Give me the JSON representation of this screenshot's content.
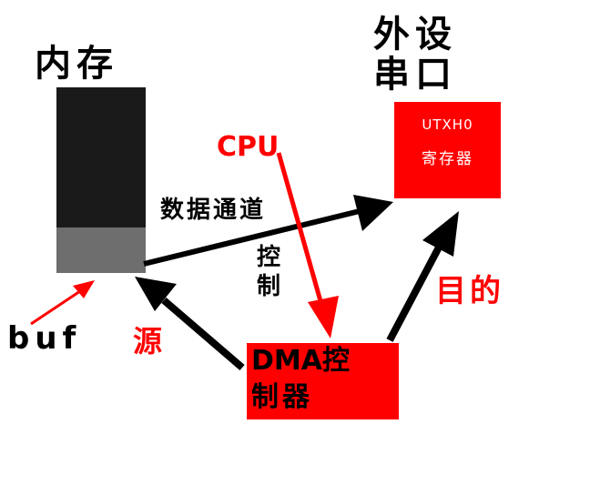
{
  "labels": {
    "memory": "内存",
    "peripheral_line1": "外设",
    "peripheral_line2": "串口",
    "uart_reg_line1": "UTXH0",
    "uart_reg_line2": "寄存器",
    "cpu": "CPU",
    "data_channel": "数据通道",
    "control_line1": "控",
    "control_line2": "制",
    "dest": "目的",
    "source": "源",
    "buf": "buf",
    "dma_line1": "DMA控",
    "dma_line2": "制器"
  },
  "colors": {
    "accent_red": "#ff0000",
    "memory_block": "#1a1a1a",
    "buffer_block": "#6e6e6e",
    "arrow_black": "#000000"
  }
}
